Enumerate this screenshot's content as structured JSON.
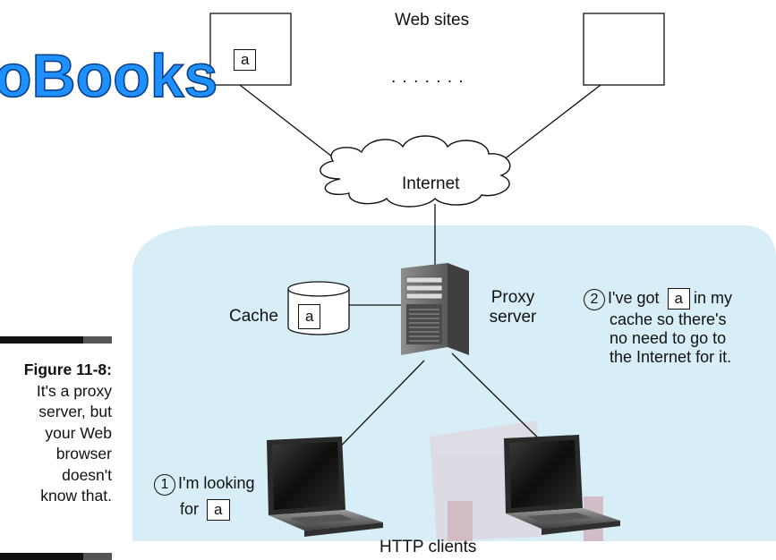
{
  "watermark": "oBooks",
  "websites": {
    "label": "Web sites",
    "dots": ". . . . . . .",
    "item": "a"
  },
  "internet": {
    "label": "Internet"
  },
  "cache": {
    "label": "Cache",
    "item": "a"
  },
  "proxy": {
    "line1": "Proxy",
    "line2": "server"
  },
  "step2": {
    "number": "2",
    "pre": "I've got",
    "item": "a",
    "post": "in my",
    "line2": "cache so there's",
    "line3": "no need to go to",
    "line4": "the Internet for it."
  },
  "step1": {
    "number": "1",
    "line1": "I'm looking",
    "pre2": "for",
    "item": "a"
  },
  "clients": {
    "label": "HTTP clients"
  },
  "caption": {
    "label": "Figure 11-8",
    "colon": ":",
    "line1": "It's a proxy",
    "line2": "server, but",
    "line3": "your Web",
    "line4": "browser",
    "line5": "doesn't",
    "line6": "know that."
  },
  "colors": {
    "region": "#d7eef7",
    "watermark_fill": "#1e90ff",
    "accent_red": "#c0392b"
  },
  "icons": [
    "cloud-icon",
    "database-icon",
    "server-tower-icon",
    "laptop-icon"
  ]
}
